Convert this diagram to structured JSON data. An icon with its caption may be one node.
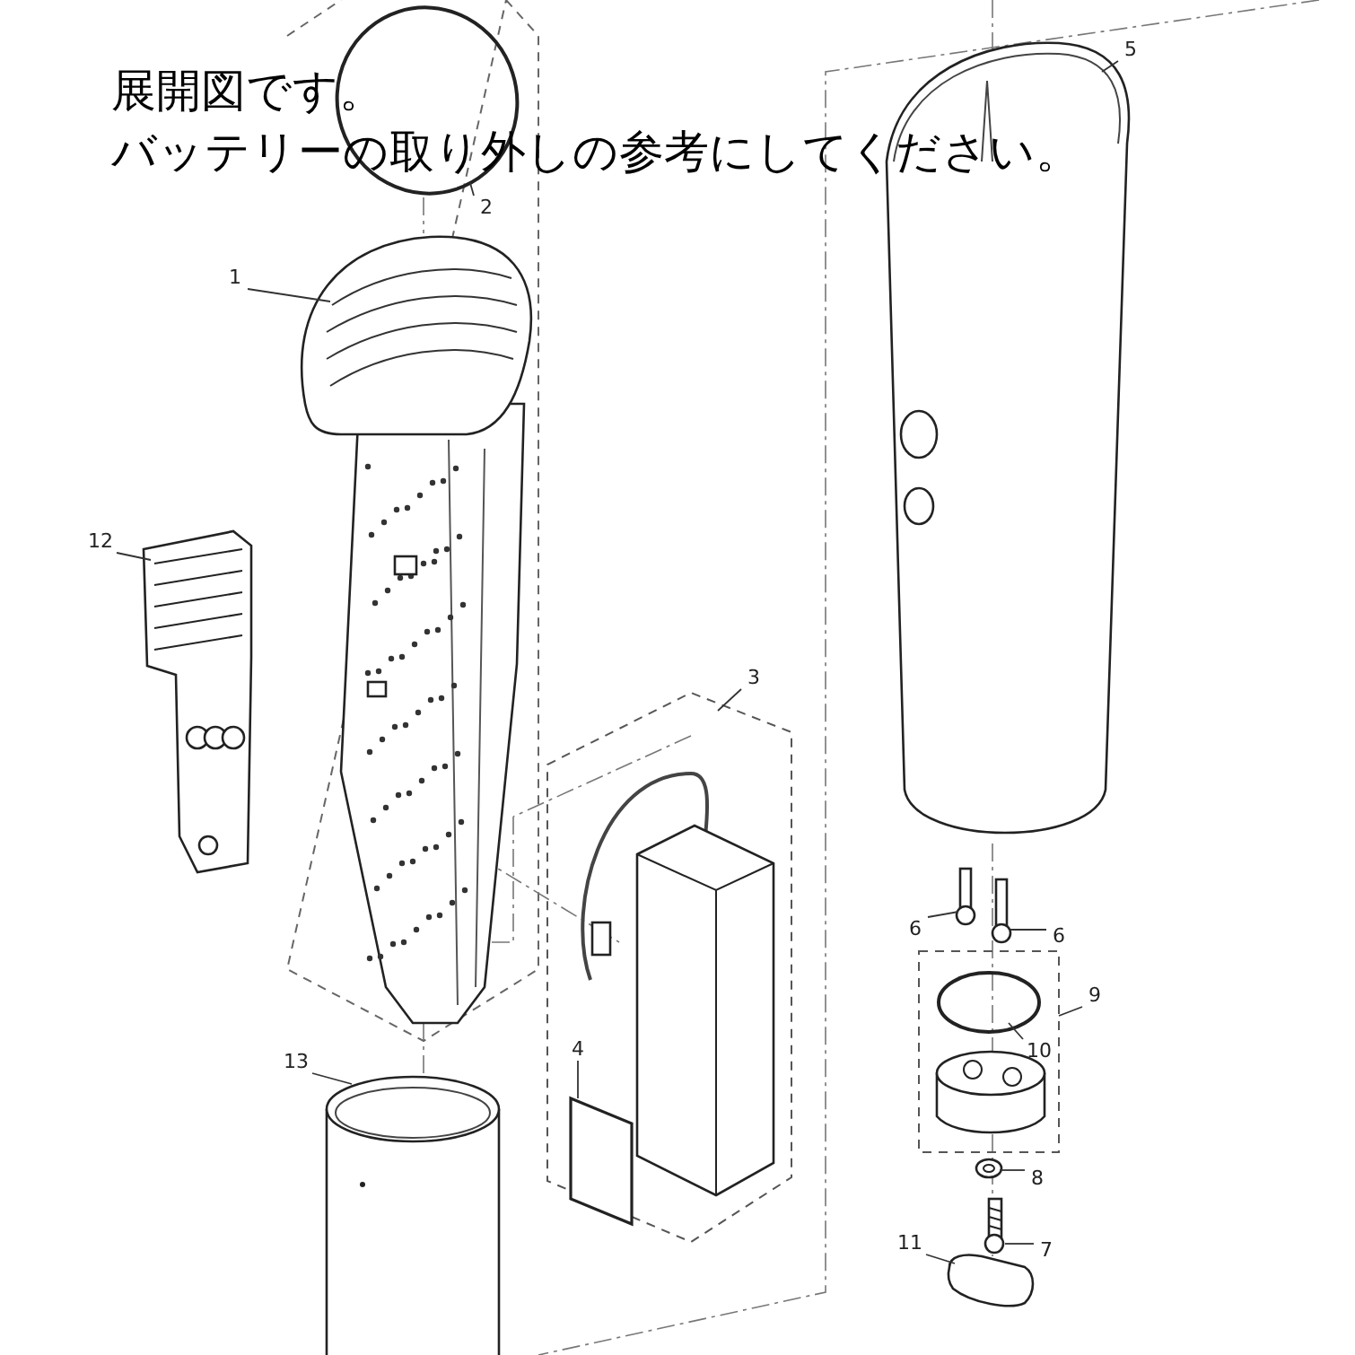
{
  "diagram": {
    "nodes": [
      {
        "text": [
          "1"
        ]
      },
      {
        "text": [],
        "shape": "picture"
      },
      {
        "text": [
          "2"
        ]
      },
      {
        "text": [],
        "shape": "circle"
      },
      {
        "text": [
          "3"
        ]
      },
      {
        "text": [],
        "shape": "box"
      },
      {
        "text": [
          "4"
        ],
        "in": 5
      },
      {
        "text": [],
        "shape": "box",
        "in": 5
      },
      {
        "text": [
          "5"
        ]
      },
      {
        "text": [],
        "shape": "picture"
      },
      {
        "text": [
          "6"
        ]
      },
      {
        "text": [],
        "shape": "picture"
      },
      {
        "text": [
          "6"
        ]
      },
      {
        "text": [],
        "shape": "picture"
      },
      {
        "text": [
          "7"
        ]
      },
      {
        "text": [],
        "shape": "picture"
      },
      {
        "text": [
          "8"
        ]
      },
      {
        "text": [],
        "shape": "picture"
      },
      {
        "text": [
          "9"
        ]
      },
      {
        "text": [],
        "shape": "box"
      },
      {
        "text": [
          "10"
        ],
        "in": 19
      },
      {
        "text": [],
        "shape": "circle",
        "in": 19
      },
      {
        "text": [
          "11"
        ]
      },
      {
        "text": [],
        "shape": "box"
      },
      {
        "text": [
          "12"
        ]
      },
      {
        "text": [],
        "shape": "picture"
      },
      {
        "text": [
          "13"
        ]
      },
      {
        "text": [],
        "shape": "picture"
      }
    ],
    "edges": [
      {
        "from": 0,
        "to": 1,
        "arrow": "none"
      },
      {
        "from": 2,
        "to": 3,
        "arrow": "none"
      },
      {
        "from": 4,
        "to": 5,
        "arrow": "none"
      },
      {
        "from": 6,
        "to": 7,
        "arrow": "none"
      },
      {
        "from": 8,
        "to": 9,
        "arrow": "none"
      },
      {
        "from": 10,
        "to": 11,
        "arrow": "none"
      },
      {
        "from": 12,
        "to": 13,
        "arrow": "none"
      },
      {
        "from": 14,
        "to": 15,
        "arrow": "none"
      },
      {
        "from": 16,
        "to": 17,
        "arrow": "none"
      },
      {
        "from": 18,
        "to": 19,
        "arrow": "none"
      },
      {
        "from": 20,
        "to": 21,
        "arrow": "none"
      },
      {
        "from": 22,
        "to": 23,
        "arrow": "none"
      },
      {
        "from": 24,
        "to": 25,
        "arrow": "none"
      },
      {
        "from": 26,
        "to": 27,
        "arrow": "none"
      }
    ],
    "labels": [
      "展開図です。",
      "バッテリーの取り外しの参考にしてください。"
    ]
  }
}
